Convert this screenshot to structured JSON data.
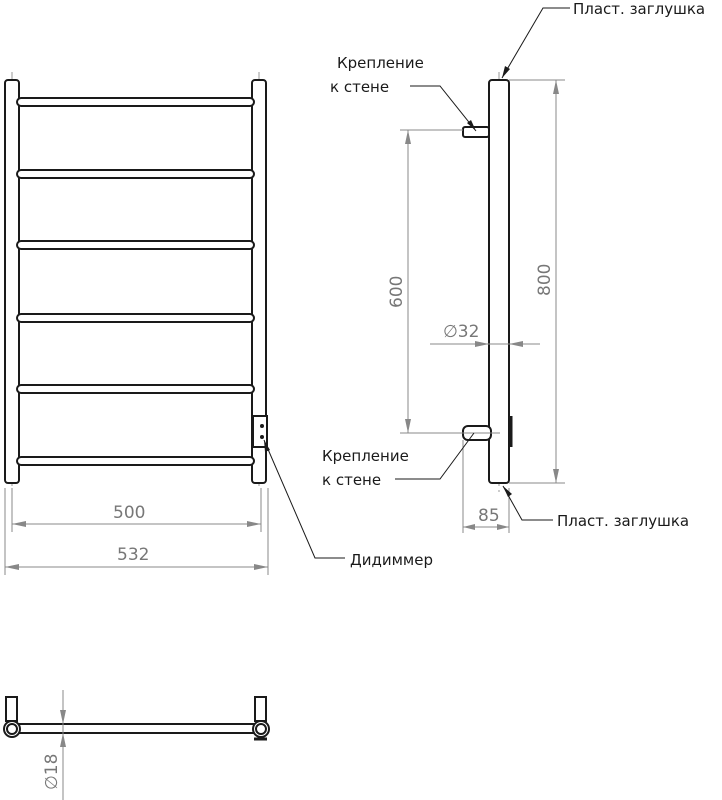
{
  "labels": {
    "cap_top": "Пласт. заглушка",
    "cap_bottom": "Пласт. заглушка",
    "mount_top": [
      "Крепление",
      "к стене"
    ],
    "mount_bottom": [
      "Крепление",
      "к стене"
    ],
    "dimmer": "Дидиммер"
  },
  "dimensions": {
    "inner_width": "500",
    "outer_width": "532",
    "mount_spacing": "600",
    "height": "800",
    "post_diameter": "∅32",
    "depth": "85",
    "rail_diameter": "∅18"
  }
}
